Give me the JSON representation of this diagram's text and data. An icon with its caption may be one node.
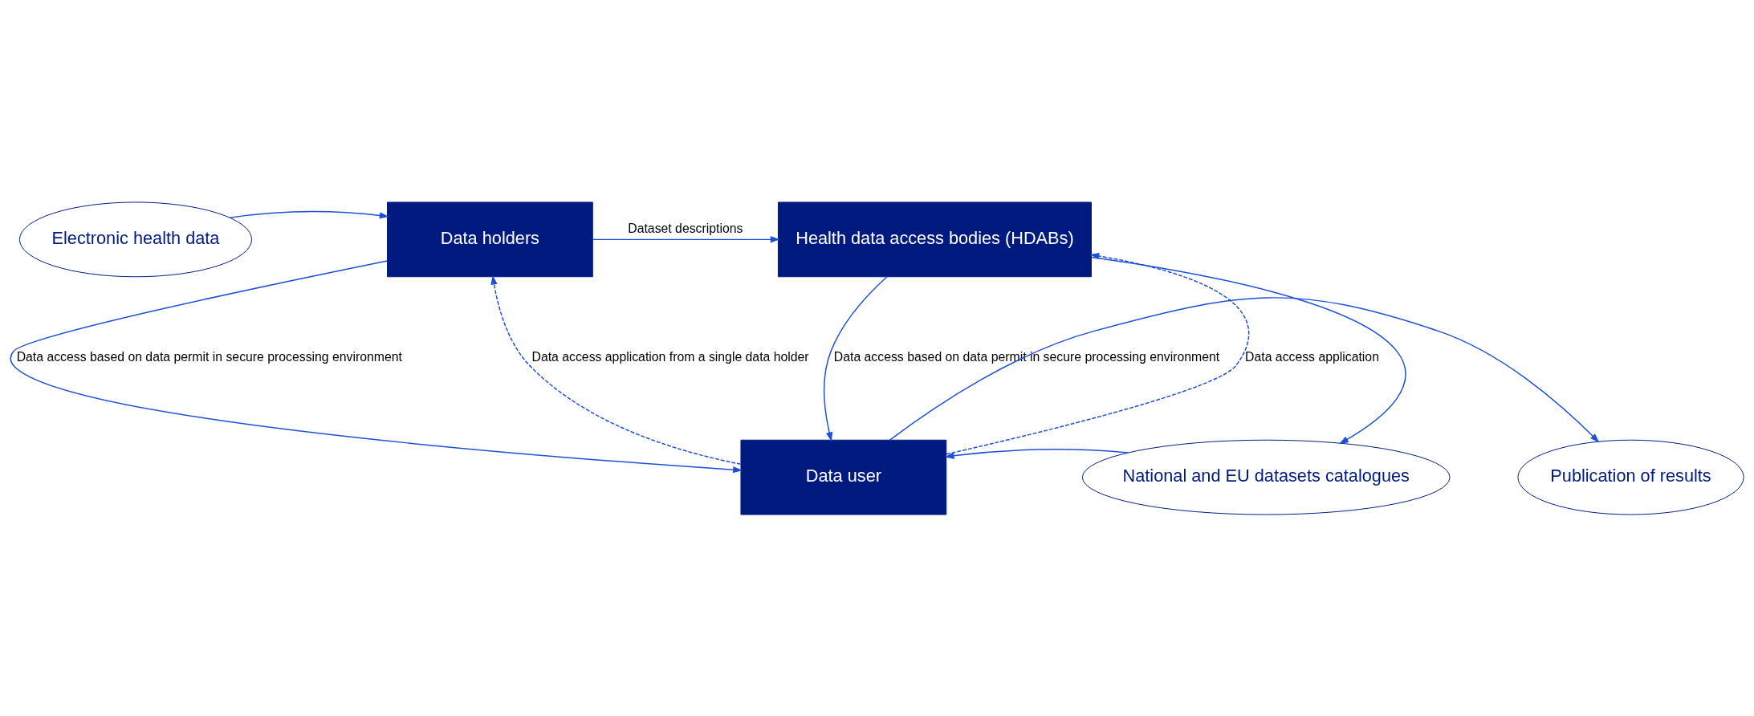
{
  "diagram": {
    "nodes": [
      {
        "text": [
          "Electronic health data"
        ]
      },
      {
        "text": [
          "Data holders"
        ]
      },
      {
        "text": [
          "Health data access bodies (HDABs)"
        ]
      },
      {
        "text": [
          "Publication of results"
        ]
      },
      {
        "text": [
          "Data user"
        ]
      },
      {
        "text": [
          "National and EU datasets catalogues"
        ]
      }
    ],
    "edges": [
      {
        "from": 0,
        "to": 1,
        "arrow": "to"
      },
      {
        "from": 1,
        "to": 2,
        "arrow": "to",
        "label": "Dataset descriptions"
      },
      {
        "from": 1,
        "to": 4,
        "arrow": "to",
        "label": "Data access based on data permit in secure processing environment"
      },
      {
        "from": 4,
        "to": 1,
        "arrow": "to",
        "style": "dashed",
        "label": "Data access application from a single data holder"
      },
      {
        "from": 2,
        "to": 4,
        "arrow": "to",
        "label": "Data access based on data permit in secure processing environment"
      },
      {
        "from": 4,
        "to": 2,
        "arrow": "to",
        "style": "dashed",
        "label": "Data access application"
      },
      {
        "from": 2,
        "to": 5,
        "arrow": "to"
      },
      {
        "from": 5,
        "to": 4,
        "arrow": "to"
      },
      {
        "from": 4,
        "to": 3,
        "arrow": "to"
      }
    ]
  }
}
